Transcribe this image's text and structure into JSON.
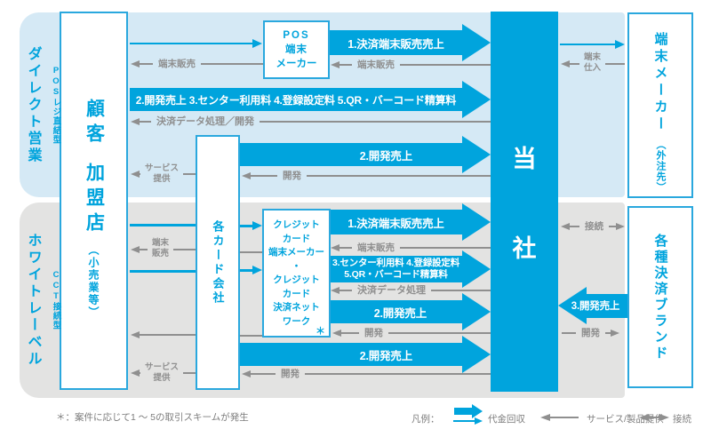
{
  "sections": {
    "direct": {
      "label": "ダイレクト営業",
      "sublabel": "POSレジ直結型"
    },
    "whitelabel": {
      "label": "ホワイトレーベル",
      "sublabel": "CCT接続型"
    }
  },
  "boxes": {
    "customer": {
      "name1": "顧客",
      "name2": "加盟店",
      "note": "（小売業等）"
    },
    "pos_maker": {
      "line1": "POS",
      "line2": "端末",
      "line3": "メーカー"
    },
    "card_companies": {
      "label": "各カード会社"
    },
    "credit": {
      "line1": "クレジット",
      "line2": "カード",
      "line3": "端末メーカー",
      "line4": "・",
      "line5": "クレジット",
      "line6": "カード",
      "line7": "決済ネット",
      "line8": "ワーク",
      "asterisk": "＊"
    },
    "our_company": {
      "char1": "当",
      "char2": "社"
    },
    "terminal_maker": {
      "label": "端末メーカー",
      "note": "（外注先）"
    },
    "payment_brands": {
      "label": "各種決済ブランド"
    }
  },
  "flows": {
    "top": {
      "pos_sales": "1.決済端末販売売上",
      "terminal_sale_inner": "端末販売",
      "terminal_sale_outer": "端末販売",
      "combined": "2.開発売上 3.センター利用料 4.登録設定料 5.QR・バーコード精算料",
      "data_dev": "決済データ処理／開発",
      "dev_sales": "2.開発売上",
      "dev": "開発",
      "service1": "サービス",
      "service2": "提供",
      "purchase1": "端末",
      "purchase2": "仕入"
    },
    "bottom": {
      "pos_sales": "1.決済端末販売売上",
      "terminal_sale1": "端末",
      "terminal_sale2": "販売",
      "terminal_sale_outer": "端末販売",
      "fees1": "3.センター利用料 4.登録設定料",
      "fees2": "5.QR・バーコード精算料",
      "data": "決済データ処理",
      "dev_sales_credit": "2.開発売上",
      "dev_credit": "開発",
      "dev_sales_card": "2.開発売上",
      "dev_card": "開発",
      "service1": "サービス",
      "service2": "提供",
      "connect": "接続",
      "brand_dev_sales": "3.開発売上",
      "brand_dev": "開発"
    }
  },
  "legend": {
    "title": "凡例：",
    "payment": "代金回収",
    "service": "サービス/製品提供",
    "connect": "接続"
  },
  "footnote": "＊：案件に応じて1 〜 5の取引スキームが発生",
  "colors": {
    "blue": "#00a4dd",
    "light_blue_bg": "#d5e9f5",
    "gray_bg": "#e3e3e2",
    "gray": "#8f8f8f"
  }
}
